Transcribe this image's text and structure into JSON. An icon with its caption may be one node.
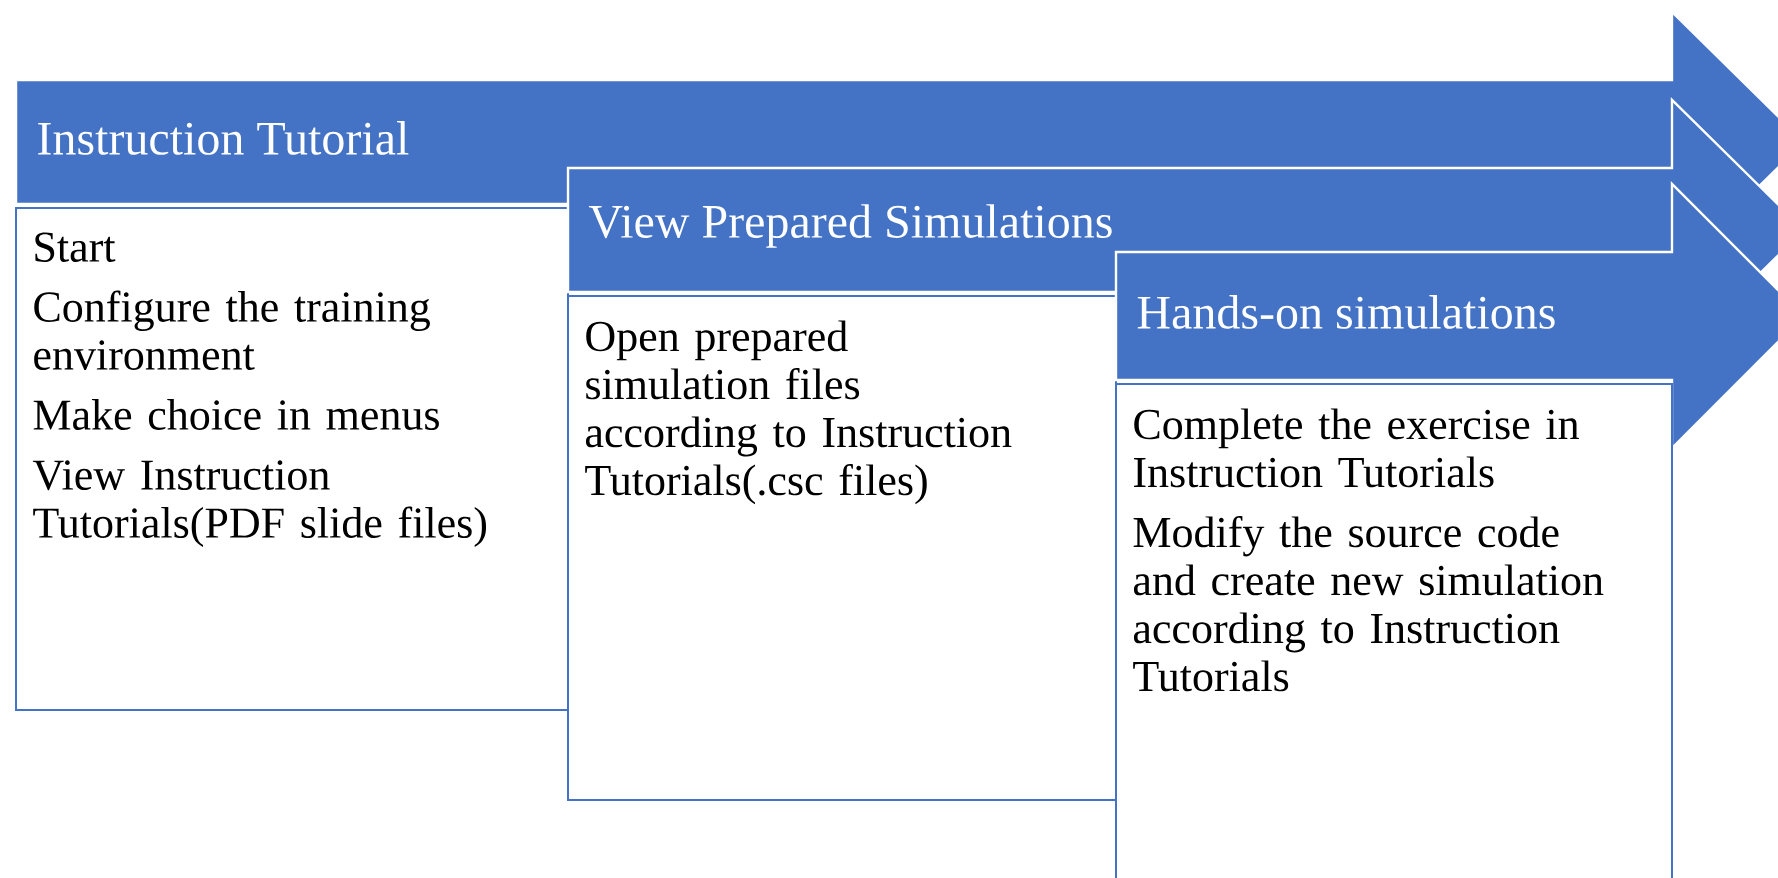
{
  "diagram": {
    "nodes": [
      {
        "text": [
          "Instruction Tutorial"
        ]
      },
      {
        "text": [
          "Start",
          "Configure the training environment",
          "Make choice in menus",
          "View Instruction Tutorials(PDF slide files)"
        ]
      },
      {
        "text": [
          "View Prepared Simulations"
        ]
      },
      {
        "text": [
          "Open prepared simulation files according to Instruction Tutorials(.csc files)"
        ]
      },
      {
        "text": [
          "Hands-on simulations"
        ]
      },
      {
        "text": [
          "Complete the exercise in Instruction Tutorials",
          "Modify the source code and create new simulation according to Instruction Tutorials"
        ]
      }
    ],
    "edges": []
  }
}
